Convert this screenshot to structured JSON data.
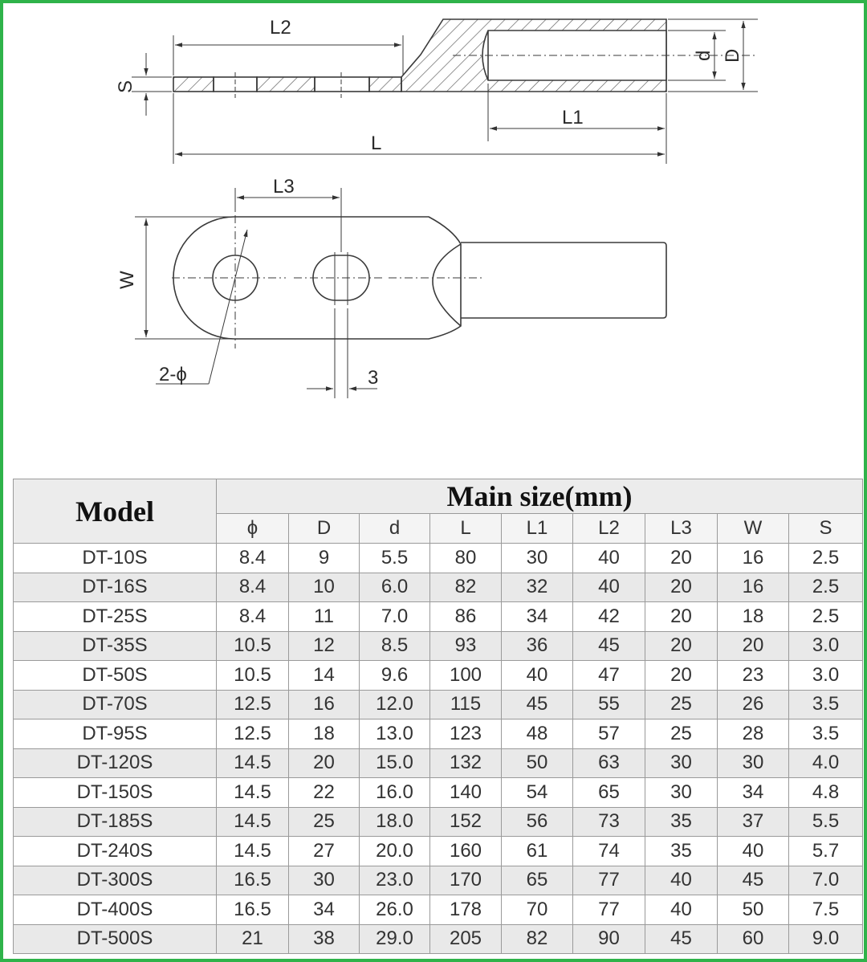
{
  "drawing": {
    "labels": {
      "l2": "L2",
      "s": "S",
      "d_small": "d",
      "d_large": "D",
      "l1": "L1",
      "l": "L",
      "l3": "L3",
      "w": "W",
      "hole": "2-ϕ",
      "slot": "3"
    },
    "line_color": "#3a3a3a"
  },
  "table": {
    "model_header": "Model",
    "main_header": "Main size(mm)",
    "columns": [
      "ϕ",
      "D",
      "d",
      "L",
      "L1",
      "L2",
      "L3",
      "W",
      "S"
    ],
    "rows": [
      [
        "DT-10S",
        "8.4",
        "9",
        "5.5",
        "80",
        "30",
        "40",
        "20",
        "16",
        "2.5"
      ],
      [
        "DT-16S",
        "8.4",
        "10",
        "6.0",
        "82",
        "32",
        "40",
        "20",
        "16",
        "2.5"
      ],
      [
        "DT-25S",
        "8.4",
        "11",
        "7.0",
        "86",
        "34",
        "42",
        "20",
        "18",
        "2.5"
      ],
      [
        "DT-35S",
        "10.5",
        "12",
        "8.5",
        "93",
        "36",
        "45",
        "20",
        "20",
        "3.0"
      ],
      [
        "DT-50S",
        "10.5",
        "14",
        "9.6",
        "100",
        "40",
        "47",
        "20",
        "23",
        "3.0"
      ],
      [
        "DT-70S",
        "12.5",
        "16",
        "12.0",
        "115",
        "45",
        "55",
        "25",
        "26",
        "3.5"
      ],
      [
        "DT-95S",
        "12.5",
        "18",
        "13.0",
        "123",
        "48",
        "57",
        "25",
        "28",
        "3.5"
      ],
      [
        "DT-120S",
        "14.5",
        "20",
        "15.0",
        "132",
        "50",
        "63",
        "30",
        "30",
        "4.0"
      ],
      [
        "DT-150S",
        "14.5",
        "22",
        "16.0",
        "140",
        "54",
        "65",
        "30",
        "34",
        "4.8"
      ],
      [
        "DT-185S",
        "14.5",
        "25",
        "18.0",
        "152",
        "56",
        "73",
        "35",
        "37",
        "5.5"
      ],
      [
        "DT-240S",
        "14.5",
        "27",
        "20.0",
        "160",
        "61",
        "74",
        "35",
        "40",
        "5.7"
      ],
      [
        "DT-300S",
        "16.5",
        "30",
        "23.0",
        "170",
        "65",
        "77",
        "40",
        "45",
        "7.0"
      ],
      [
        "DT-400S",
        "16.5",
        "34",
        "26.0",
        "178",
        "70",
        "77",
        "40",
        "50",
        "7.5"
      ],
      [
        "DT-500S",
        "21",
        "38",
        "29.0",
        "205",
        "82",
        "90",
        "45",
        "60",
        "9.0"
      ]
    ]
  },
  "colors": {
    "border": "#2fb34a",
    "row_shade": "#e9e9e9"
  }
}
